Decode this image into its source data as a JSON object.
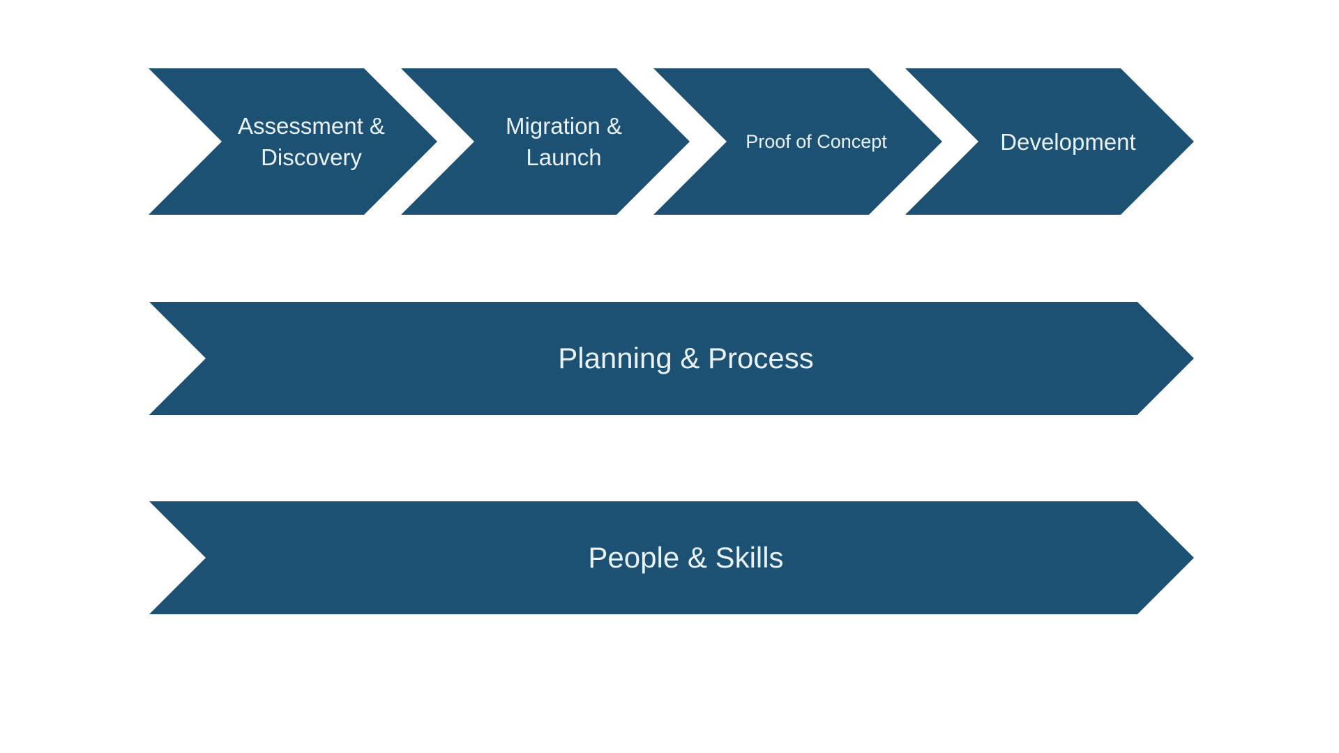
{
  "background": "#ffffff",
  "colors": {
    "arrow_fill": "#1d5174",
    "label_text": "#e8f2f7"
  },
  "stages": [
    {
      "label": "Assessment & Discovery",
      "line1": "Assessment &",
      "line2": "Discovery"
    },
    {
      "label": "Migration & Launch",
      "line1": "Migration &",
      "line2": "Launch"
    },
    {
      "label": "Proof of Concept",
      "line1": "Proof of Concept"
    },
    {
      "label": "Development",
      "line1": "Development"
    }
  ],
  "bands": [
    {
      "label": "Planning & Process"
    },
    {
      "label": "People & Skills"
    }
  ]
}
